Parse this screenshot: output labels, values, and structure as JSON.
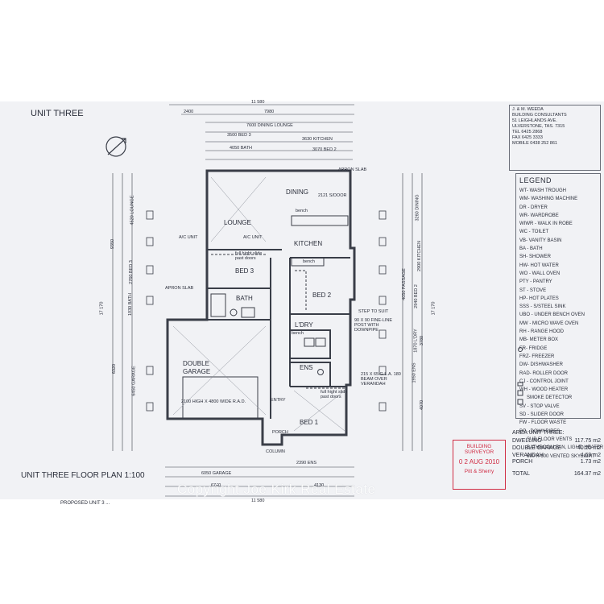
{
  "sheet": {
    "title": "UNIT THREE",
    "floor_plan_label": "UNIT THREE FLOOR PLAN 1:100",
    "bottom_cut": "PROPOSED UNIT 3 ...",
    "watermark": "Copyright Joe Kirk Real Estate"
  },
  "consultant": {
    "name": "J. & M. WEEDA",
    "line1": "BUILDING CONSULTANTS",
    "line2": "51 LEIGHLANDS AVE.",
    "line3": "ULVERSTONE, TAS. 7315",
    "phone": "TEL 6425 2868",
    "fax": "FAX 6425 3333",
    "mobile": "MOBILE 0438 252 861"
  },
  "legend": {
    "title": "LEGEND",
    "items": [
      "WT- WASH TROUGH",
      "WM- WASHING MACHINE",
      "DR - DRYER",
      "WR- WARDROBE",
      "WIWR - WALK IN ROBE",
      "WC - TOILET",
      "VB- VANITY BASIN",
      "BA - BATH",
      "SH- SHOWER",
      "HW- HOT WATER",
      "WO - WALL OVEN",
      "PTY - PANTRY",
      "ST - STOVE",
      "HP- HOT PLATES",
      "SSS - S/STEEL SINK",
      "UBO - UNDER BENCH OVEN",
      "MW - MICRO WAVE OVEN",
      "RH - RANGE HOOD",
      "MB- METER BOX",
      "FR- FRIDGE",
      "FRZ- FREEZER",
      "DW- DISHWASHER",
      "RAD- ROLLER DOOR",
      "CJ - CONTROL JOINT",
      "WH - WOOD HEATER",
      "SMOKE DETECTOR",
      "SV - STOP VALVE",
      "SD - SLIDER DOOR",
      "FW - FLOOR WASTE",
      "DP - DOWNPIPES",
      "SUB FLOOR VENTS",
      "BATHROOM FAN, LIGHT, HEATER",
      "600 X 600 VENTED SKYLIGHT"
    ]
  },
  "area": {
    "title": "AREA UNIT THREE:",
    "rows": [
      {
        "name": "DWELLING",
        "value": "117.75 m2"
      },
      {
        "name": "DOUBLE GARAGE",
        "value": "40.20 m2"
      },
      {
        "name": "VERANDAH",
        "value": "4.69 m2"
      },
      {
        "name": "PORCH",
        "value": "1.73 m2"
      }
    ],
    "total_label": "TOTAL",
    "total_value": "164.37 m2"
  },
  "stamp": {
    "line1": "BUILDING",
    "line2": "SURVEYOR",
    "date": "0 2 AUG 2010",
    "name": "Pitt & Sherry"
  },
  "rooms": {
    "dining": "DINING",
    "lounge": "LOUNGE",
    "kitchen": "KITCHEN",
    "bed3": "BED 3",
    "bed2": "BED 2",
    "bath": "BATH",
    "laundry": "L'DRY",
    "ens": "ENS",
    "garage1": "DOUBLE",
    "garage2": "GARAGE",
    "bed1": "BED 1",
    "entry": "ENTRY",
    "porch": "PORCH",
    "column": "COLUMN"
  },
  "notes": {
    "apron_top": "APRON SLAB",
    "apron_left": "APRON SLAB",
    "ac1": "A/C UNIT",
    "ac2": "A/C UNIT",
    "robe1": "full hight slide past doors",
    "robe2": "full hight slide past doors",
    "step": "STEP TO SUIT",
    "post": "90 X 90 FINE-LINE POST WITH DOWNPIPE",
    "beam": "215 X 65 G.L.A. 180 BEAM OVER VERANDAH",
    "rad": "2100 HIGH X 4800 WIDE R.A.D.",
    "sdoor": "2121 S/DOOR",
    "bench1": "bench",
    "bench2": "bench",
    "bench3": "bench"
  },
  "dims": {
    "top_total": "11 580",
    "top_a": "2400",
    "top_b": "7980",
    "top_c": "7600 DINING LOUNGE",
    "top_d": "3500 BED 3",
    "top_e": "3630 KITCHEN",
    "top_f": "4050 BATH",
    "top_g": "3070 BED 2",
    "bot_a": "6050 GARAGE",
    "bot_b": "2390 ENS",
    "bot_c": "6740",
    "bot_d": "4130",
    "bot_total": "11 580",
    "left_total": "17 170",
    "right_total": "17 170",
    "l1": "4520 LOUNGE",
    "l2": "9350",
    "l3": "2760 BED 3",
    "l4": "1930 BATH",
    "l5": "6450 GARAGE",
    "l6": "6320",
    "r1": "3260 DINING",
    "r2": "2900 KITCHEN",
    "r3": "2940 BED 2",
    "r4": "4050 PASSAGE",
    "r5": "1870 L'DRY",
    "r6": "3780",
    "r7": "1950 ENS",
    "r8": "4070"
  }
}
